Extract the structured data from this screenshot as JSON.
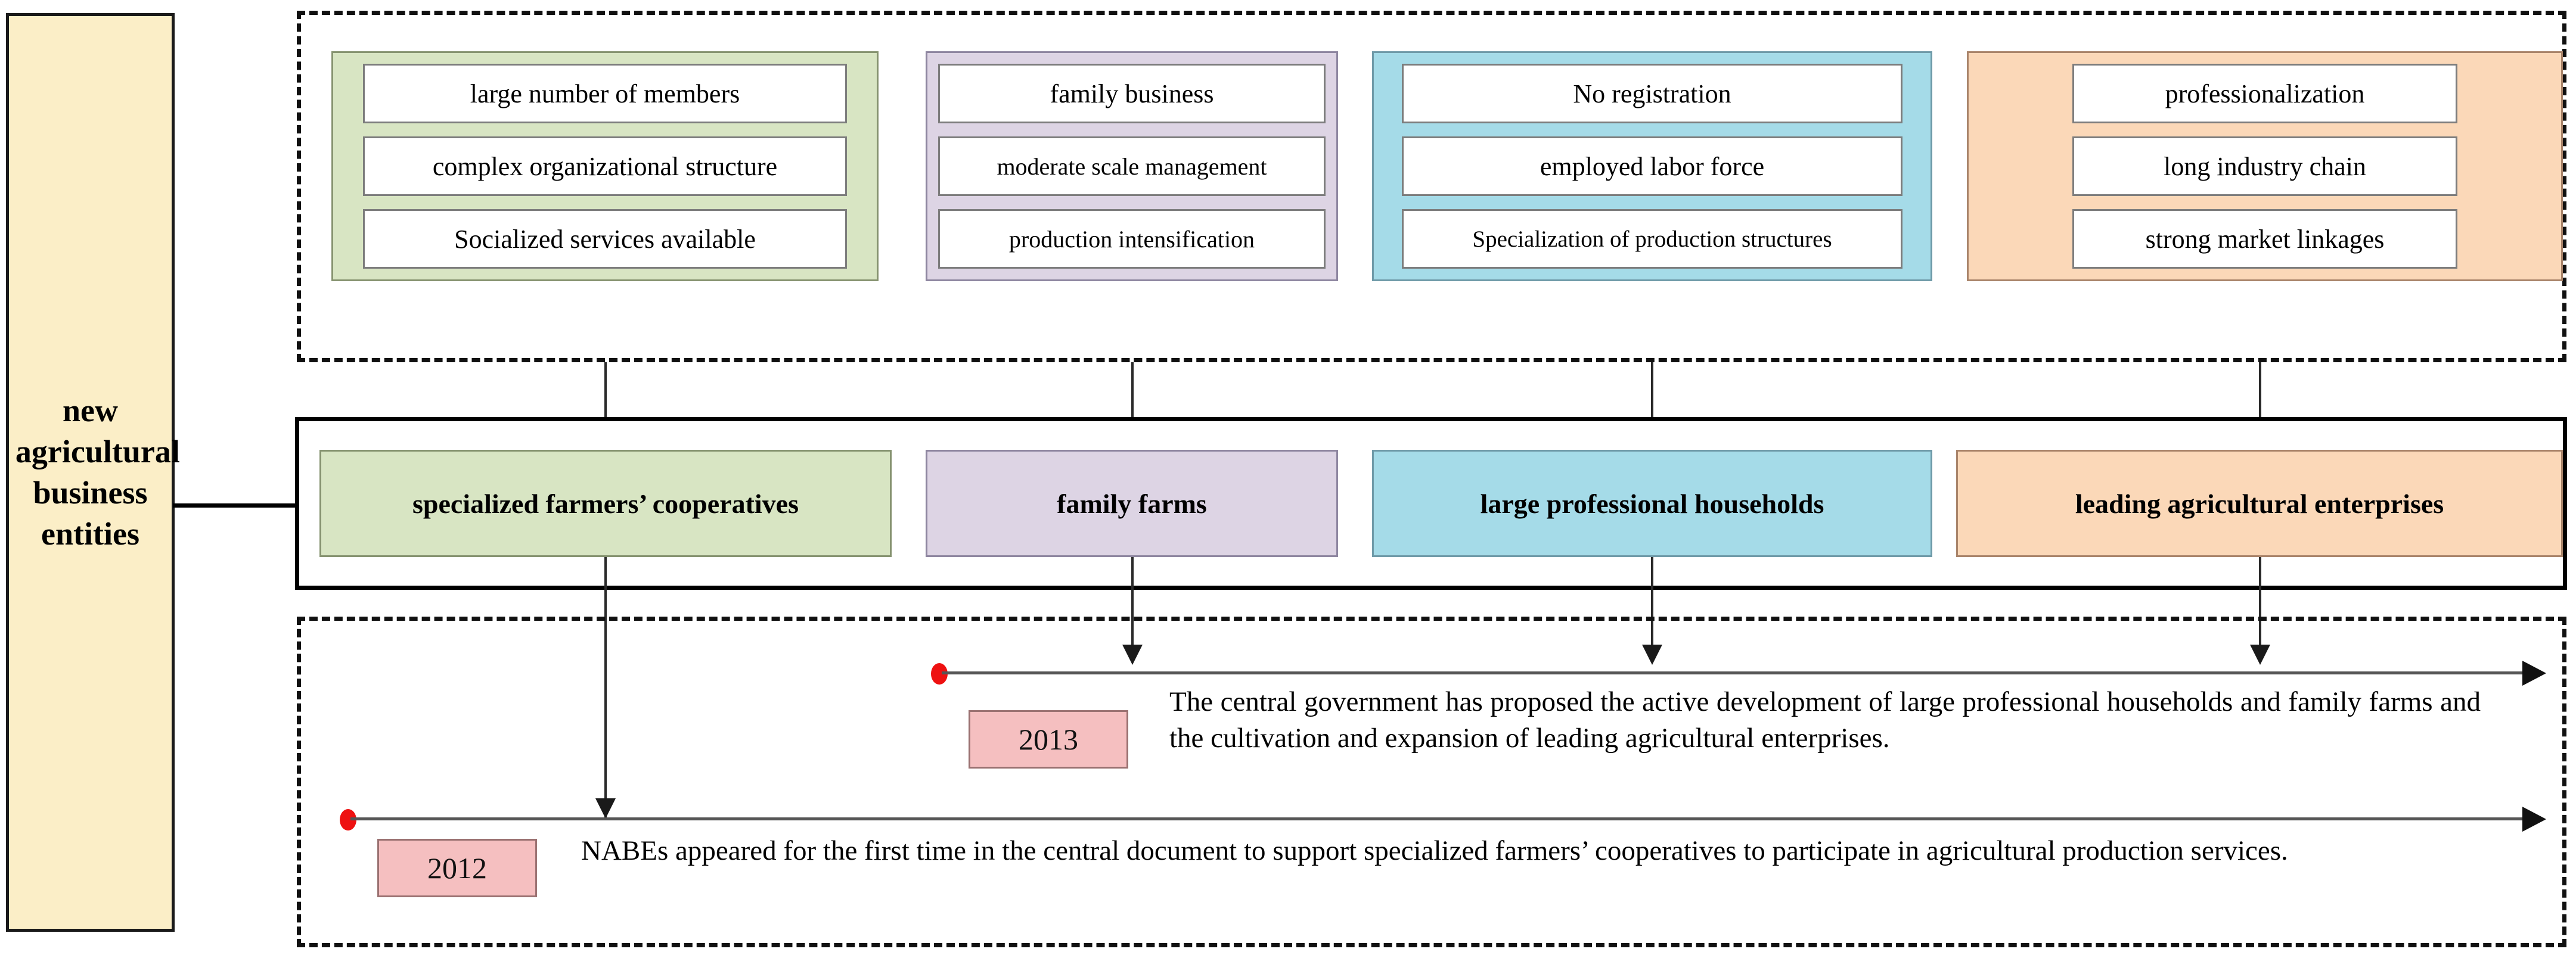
{
  "anchor": {
    "label": "new agricultural business entities"
  },
  "attribute_columns": [
    {
      "entity_key": "specialized-farmers-cooperatives",
      "color": "#d8e5c3",
      "chips": [
        "large number of members",
        "complex organizational structure",
        "Socialized services available"
      ]
    },
    {
      "entity_key": "family-farms",
      "color": "#ddd4e4",
      "chips": [
        "family business",
        "moderate scale management",
        "production intensification"
      ]
    },
    {
      "entity_key": "large-professional-households",
      "color": "#a5dbe8",
      "chips": [
        "No registration",
        "employed labor force",
        "Specialization of production structures"
      ]
    },
    {
      "entity_key": "leading-agricultural-enterprises",
      "color": "#fbd8b8",
      "chips": [
        "professionalization",
        "long industry chain",
        "strong market linkages"
      ]
    }
  ],
  "entities": [
    {
      "label": "specialized farmers’ cooperatives",
      "color": "#d8e5c3"
    },
    {
      "label": "family farms",
      "color": "#ddd4e4"
    },
    {
      "label": "large professional households",
      "color": "#a5dbe8"
    },
    {
      "label": "leading agricultural enterprises",
      "color": "#fbd8b8"
    }
  ],
  "timeline": {
    "marker_color": "#ee1111",
    "year_badge_color": "#f5bfc0",
    "events": [
      {
        "year": "2013",
        "text": "The central government has proposed the active development of large professional households and family farms and the cultivation and expansion of leading agricultural enterprises."
      },
      {
        "year": "2012",
        "text": "NABEs appeared for the first time in the central document to support specialized farmers’ cooperatives to participate in agricultural production services."
      }
    ]
  }
}
